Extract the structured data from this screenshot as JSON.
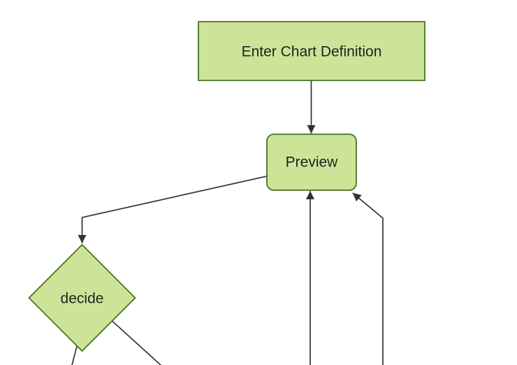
{
  "diagram": {
    "type": "flowchart",
    "direction": "top-down",
    "nodes": [
      {
        "id": "A",
        "label": "Enter Chart Definition",
        "shape": "rectangle"
      },
      {
        "id": "B",
        "label": "Preview",
        "shape": "rounded-rectangle"
      },
      {
        "id": "C",
        "label": "decide",
        "shape": "diamond"
      }
    ],
    "edges": [
      {
        "from": "Enter Chart Definition",
        "to": "Preview",
        "arrow": true
      },
      {
        "from": "Preview",
        "to": "decide",
        "arrow": true
      },
      {
        "from": "decide",
        "to": "offscreen-bottom-left",
        "arrow": false
      },
      {
        "from": "decide",
        "to": "offscreen-bottom-right",
        "arrow": false
      },
      {
        "from": "offscreen-bottom-center",
        "to": "Preview",
        "arrow": true
      },
      {
        "from": "offscreen-bottom-right",
        "to": "Preview",
        "arrow": true
      }
    ],
    "theme": {
      "node_fill": "#cde498",
      "node_stroke": "#4a7324",
      "edge_color": "#333333",
      "label_color": "#222222",
      "background": "#ffffff"
    }
  }
}
